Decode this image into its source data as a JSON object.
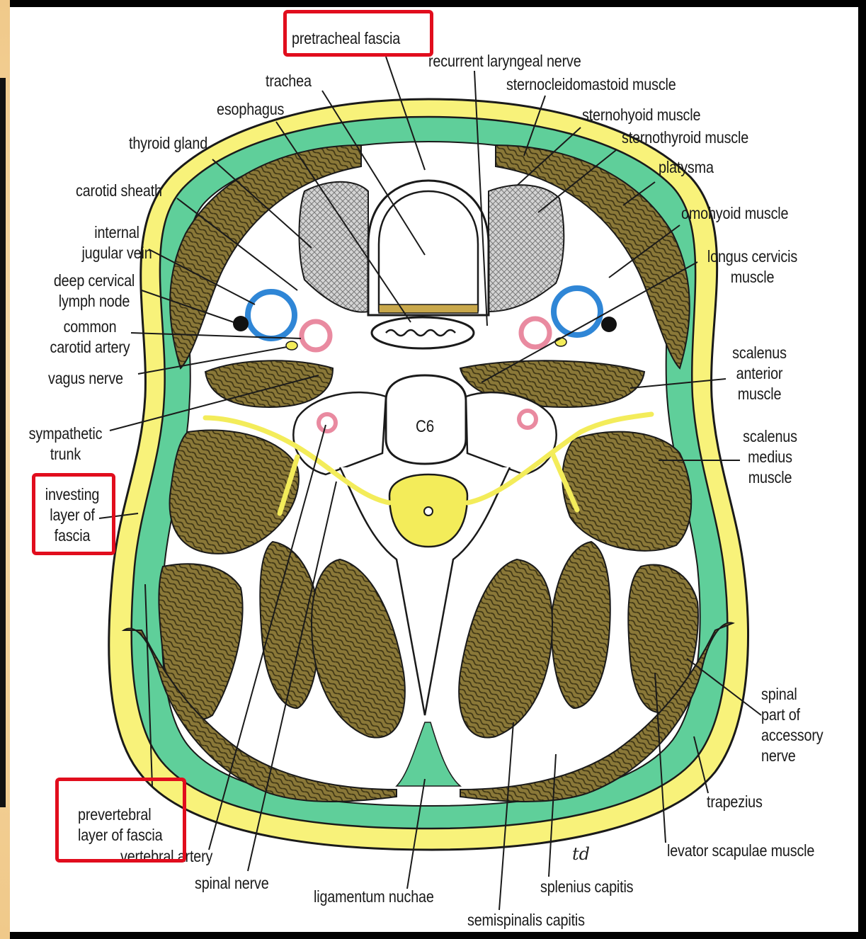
{
  "labels": {
    "pretracheal_fascia": "pretracheal fascia",
    "recurrent_laryngeal_nerve": "recurrent laryngeal nerve",
    "trachea": "trachea",
    "sternocleidomastoid_muscle": "sternocleidomastoid muscle",
    "esophagus": "esophagus",
    "sternohyoid_muscle": "sternohyoid muscle",
    "thyroid_gland": "thyroid gland",
    "sternothyroid_muscle": "sternothyroid muscle",
    "platysma": "platysma",
    "carotid_sheath": "carotid sheath",
    "omohyoid_muscle": "omohyoid muscle",
    "internal_jugular_vein": [
      "internal",
      "jugular vein"
    ],
    "longus_cervicis_muscle": [
      "longus cervicis",
      "muscle"
    ],
    "deep_cervical_lymph_node": [
      "deep cervical",
      "lymph node"
    ],
    "common_carotid_artery": [
      "common",
      "carotid artery"
    ],
    "vagus_nerve": "vagus nerve",
    "scalenus_anterior_muscle": [
      "scalenus",
      "anterior",
      "muscle"
    ],
    "sympathetic_trunk": [
      "sympathetic",
      "trunk"
    ],
    "c6": "C6",
    "scalenus_medius_muscle": [
      "scalenus",
      "medius",
      "muscle"
    ],
    "investing_layer_of_fascia": [
      "investing",
      "layer of",
      "fascia"
    ],
    "spinal_part_of_accessory_nerve": [
      "spinal",
      "part of",
      "accessory",
      "nerve"
    ],
    "trapezius": "trapezius",
    "prevertebral_layer_of_fascia": [
      "prevertebral",
      "layer of fascia"
    ],
    "vertebral_artery": "vertebral artery",
    "levator_scapulae_muscle": "levator scapulae muscle",
    "spinal_nerve": "spinal nerve",
    "ligamentum_nuchae": "ligamentum nuchae",
    "splenius_capitis": "splenius capitis",
    "semispinalis_capitis": "semispinalis capitis",
    "signature": "td"
  },
  "colors": {
    "fascia_green": "#5fcf9a",
    "fat_yellow": "#f8f27a",
    "muscle_olive": "#8c7a3a",
    "cartilage_gray": "#c8c8c8",
    "vein_blue": "#2f86d6",
    "artery_pink": "#e98aa0",
    "nerve_yellow": "#f3ec5a",
    "highlight_red": "#e10d1d"
  }
}
